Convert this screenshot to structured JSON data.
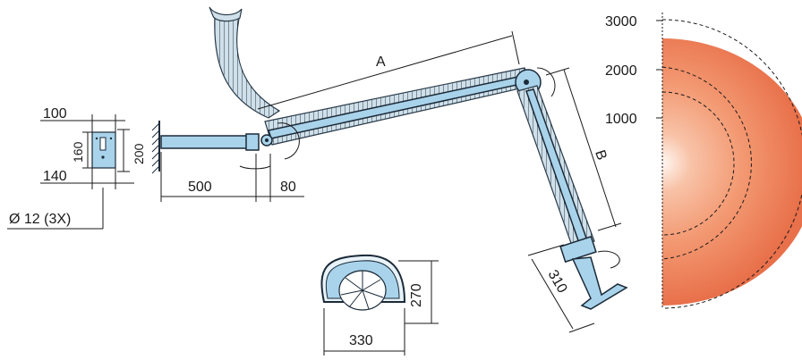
{
  "dimensions": {
    "plate_width": "100",
    "plate_height": "160",
    "plate_outer_height": "200",
    "plate_hole_spacing": "140",
    "hole_spec": "Ø 12 (3X)",
    "extension_length": "500",
    "joint_offset": "80",
    "arm_segment_a": "A",
    "arm_segment_b": "B",
    "hood_depth": "310",
    "hood_width": "330",
    "hood_height": "270"
  },
  "reach_scale": {
    "ticks": [
      "3000",
      "2000",
      "1000"
    ],
    "ring_colors": [
      "#e8714a",
      "#f08a60",
      "#f7b08e",
      "#fde3d4"
    ]
  },
  "colors": {
    "arm_fill": "#a9d3ea",
    "hose_fill": "#cfe0ea",
    "outline": "#1b2a38"
  }
}
